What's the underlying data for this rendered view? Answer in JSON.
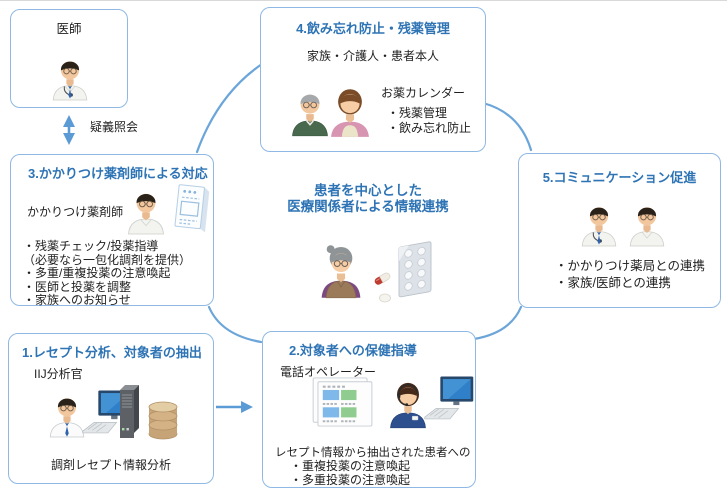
{
  "colors": {
    "accent": "#5b9bd5",
    "box_border": "#8fb9e4",
    "title_blue": "#2e74b5"
  },
  "doctor_box": {
    "label": "医師",
    "icon": "doctor-icon"
  },
  "inquiry": {
    "label": "疑義照会"
  },
  "center": {
    "title_line1": "患者を中心とした",
    "title_line2": "医療関係者による情報連携",
    "icons": [
      "elderly-patient-icon",
      "capsule-icon",
      "tablet-icon",
      "blister-pack-icon"
    ]
  },
  "step1": {
    "title": "1.レセプト分析、対象者の抽出",
    "actor": "IIJ分析官",
    "caption": "調剤レセプト情報分析",
    "icons": [
      "analyst-icon",
      "workstation-icon",
      "server-icon",
      "database-icon"
    ]
  },
  "step2": {
    "title": "2.対象者への保健指導",
    "actor": "電話オペレーター",
    "lead": "レセプト情報から抽出された患者への",
    "bullets": [
      "・重複投薬の注意喚起",
      "・多重投薬の注意喚起"
    ],
    "icons": [
      "patient-list-icon",
      "operator-icon",
      "workstation-icon"
    ]
  },
  "step3": {
    "title": "3.かかりつけ薬剤師による対応",
    "actor": "かかりつけ薬剤師",
    "bullets": [
      "・残薬チェック/投薬指導",
      "（必要なら一包化調剤を提供）",
      "・多重/重複投薬の注意喚起",
      "・医師と投薬を調整",
      "・家族へのお知らせ"
    ],
    "icons": [
      "pharmacist-icon",
      "prescription-icon"
    ]
  },
  "step4": {
    "title": "4.飲み忘れ防止・残薬管理",
    "actor": "家族・介護人・患者本人",
    "sub_label": "お薬カレンダー",
    "bullets": [
      "・残薬管理",
      "・飲み忘れ防止"
    ],
    "icons": [
      "elderly-man-icon",
      "caregiver-icon"
    ]
  },
  "step5": {
    "title": "5.コミュニケーション促進",
    "bullets": [
      "・かかりつけ薬局との連携",
      "・家族/医師との連携"
    ],
    "icons": [
      "doctor-icon",
      "pharmacist-icon"
    ]
  }
}
